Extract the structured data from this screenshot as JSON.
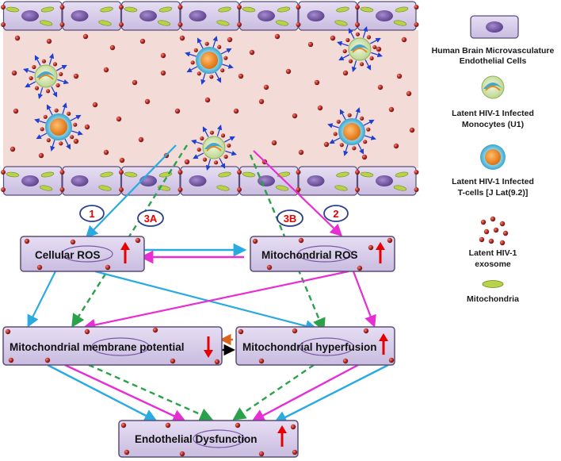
{
  "legend": {
    "endothelial": {
      "line1": "Human Brain Microvasculature",
      "line2": "Endothelial Cells"
    },
    "monocyte": {
      "line1": "Latent HIV-1 Infected",
      "line2": "Monocytes (U1)"
    },
    "tcell": {
      "line1": "Latent HIV-1 Infected",
      "line2": "T-cells [J Lat(9.2)]"
    },
    "exosome": {
      "line1": "Latent HIV-1",
      "line2": "exosome"
    },
    "mitochondria": {
      "line1": "Mitochondria"
    }
  },
  "boxes": {
    "cellular_ros": "Cellular ROS",
    "mito_ros": "Mitochondrial ROS",
    "membrane_potential": "Mitochondrial membrane potential",
    "hyperfusion": "Mitochondrial hyperfusion",
    "dysfunction": "Endothelial Dysfunction"
  },
  "badges": {
    "b1": "1",
    "b3a": "3A",
    "b3b": "3B",
    "b2": "2"
  },
  "colors": {
    "vessel_lumen": "#f3dcd8",
    "cell_fill": "#d7cdea",
    "cell_border": "#5a4d7a",
    "nucleus": "#7a5aa6",
    "mitochondria": "#b8d24a",
    "exosome": "#b3261e",
    "monocyte": "#cfe3a8",
    "tcell_core": "#f28c1c",
    "tcell_ring": "#4fb6d8",
    "cyan_arrow": "#29abe2",
    "magenta_arrow": "#e62ed2",
    "green_dashed": "#2aa14a",
    "up_arrow": "#e60000",
    "orange_arrow": "#d9661a",
    "black_arrow": "#000000"
  }
}
